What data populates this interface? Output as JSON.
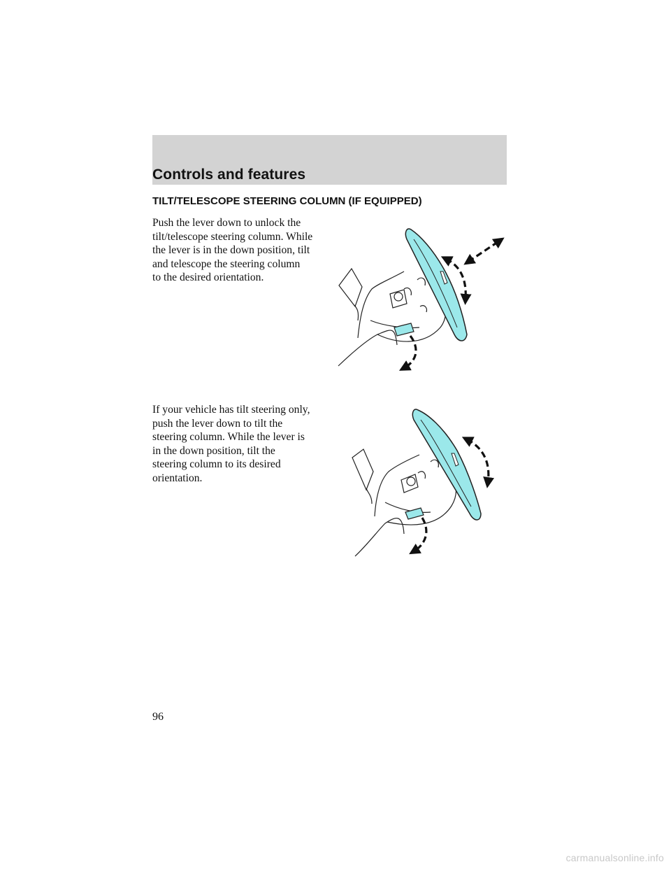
{
  "header": {
    "section_title": "Controls and features"
  },
  "section": {
    "heading": "TILT/TELESCOPE STEERING COLUMN (IF EQUIPPED)",
    "paragraph_1": [
      "Push the lever down to unlock the",
      "tilt/telescope steering column. While",
      "the lever is in the down position, tilt",
      "and telescope the steering column",
      "to the desired orientation."
    ],
    "paragraph_2": [
      "If your vehicle has tilt steering only,",
      "push the lever down to tilt the",
      "steering column. While the lever is",
      "in the down position, tilt the",
      "steering column to its desired",
      "orientation."
    ]
  },
  "figures": {
    "wheel_color": "#9be8ea",
    "lever_color": "#9be8ea",
    "arrow_color": "#111111",
    "icons": [
      "tilt-telescope-steering-illustration",
      "tilt-only-steering-illustration"
    ]
  },
  "footer": {
    "page_number": "96",
    "watermark": "carmanualsonline.info"
  }
}
